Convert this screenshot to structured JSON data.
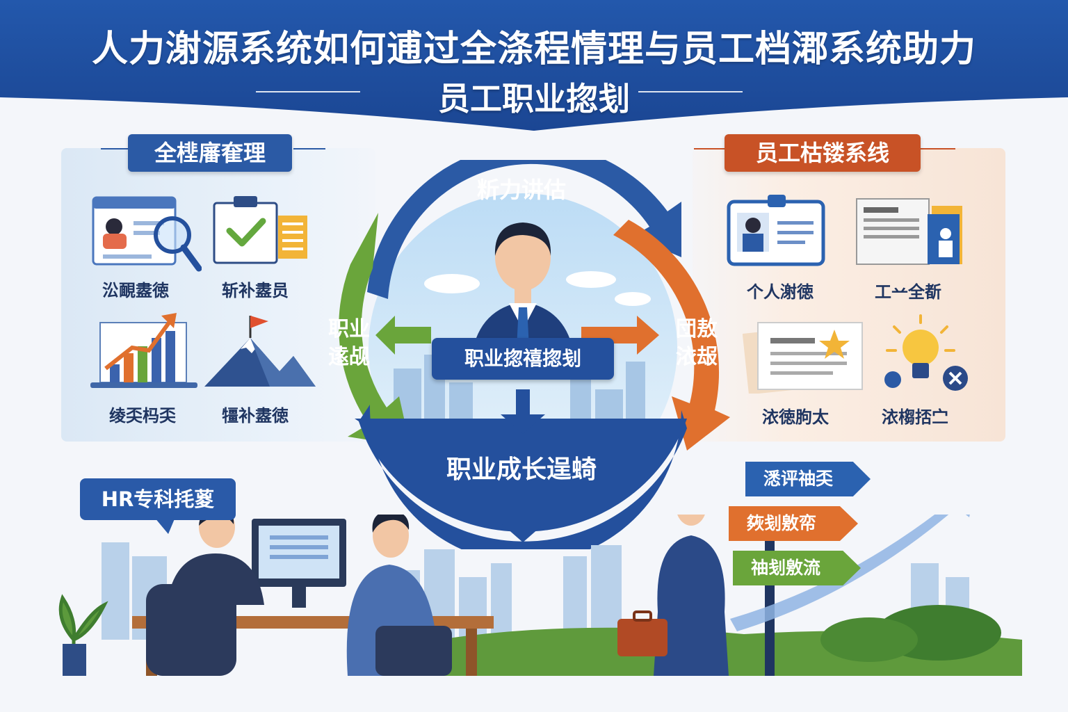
{
  "title": {
    "line1": "人力㴬源系统如何逋过全涤程情理与员工档㴫系统助力",
    "line2": "员工职业㧾刬"
  },
  "left_panel": {
    "heading": "全㯇㢖奞理",
    "items": [
      {
        "label": "㳂靦䀆徳",
        "icon": "resume-search-icon"
      },
      {
        "label": "斩补䀆员",
        "icon": "clipboard-check-icon"
      },
      {
        "label": "绫奀杩奀",
        "icon": "growth-chart-icon"
      },
      {
        "label": "㹔补䀆徳",
        "icon": "mountain-flag-icon"
      }
    ]
  },
  "right_panel": {
    "heading": "员工枯镂系线",
    "items": [
      {
        "label": "个人㴬徳",
        "icon": "id-card-icon"
      },
      {
        "label": "工䒑全斱",
        "icon": "documents-icon"
      },
      {
        "label": "㳖徳朐太",
        "icon": "star-document-icon"
      },
      {
        "label": "㳖㮲㧵㝉",
        "icon": "lightbulb-icon"
      }
    ]
  },
  "cycle": {
    "top": "䉼力讲估",
    "left_line1": "职业",
    "left_line2": "逺觇",
    "right_line1": "団敖",
    "right_line2": "㳖叝",
    "bottom": "职业成长逞䗁",
    "center": "职业㧾禧㧾刬"
  },
  "hr_label": "HR专科㧌葼",
  "signpost": [
    {
      "label": "㴽评䄂奀",
      "color": "#2b62b0"
    },
    {
      "label": "㷇刬敫帟",
      "color": "#e0702e"
    },
    {
      "label": "䄂刬敫流",
      "color": "#6aa53b"
    }
  ],
  "colors": {
    "banner": "#1f4fa0",
    "green": "#6aa53b",
    "orange": "#e0702e",
    "blue": "#2b5aa5",
    "dark_blue": "#24509d"
  }
}
